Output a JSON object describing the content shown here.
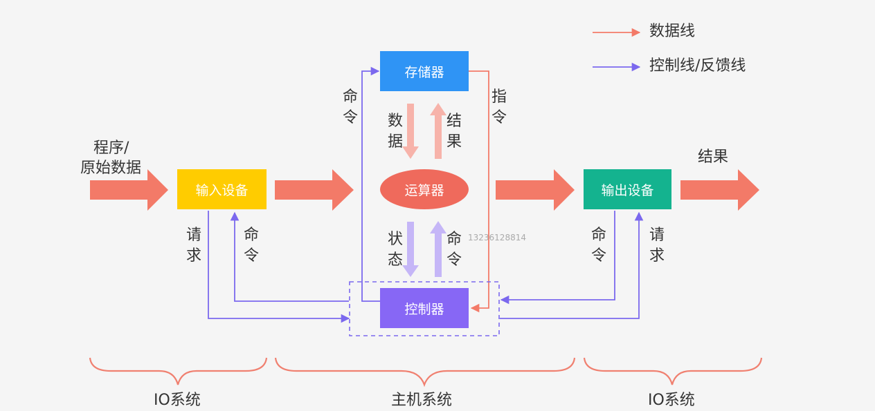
{
  "legend": {
    "data_line": "数据线",
    "control_line": "控制线/反馈线"
  },
  "nodes": {
    "memory": "存储器",
    "alu": "运算器",
    "controller": "控制器",
    "input": "输入设备",
    "output": "输出设备"
  },
  "labels": {
    "program_line1": "程序/",
    "program_line2": "原始数据",
    "result_out": "结果",
    "mem_cmd": "命令",
    "instruction": "指令",
    "data": "数据",
    "result_up": "结果",
    "status": "状态",
    "alu_cmd": "命令",
    "input_request": "请求",
    "input_cmd": "命令",
    "output_cmd": "命令",
    "output_request": "请求"
  },
  "groups": {
    "left_io": "IO系统",
    "host": "主机系统",
    "right_io": "IO系统"
  },
  "watermark": "13236128814",
  "colors": {
    "data_line": "#f37a68",
    "control_line": "#7b68ee",
    "memory": "#2f94f5",
    "alu": "#ef6a5c",
    "controller": "#8767f5",
    "input": "#ffcc00",
    "output": "#14b38f",
    "fat_arrow": "#f37a68",
    "brace": "#f08070",
    "down_arrow": "#f7b3aa",
    "up_arrow": "#f7b3aa",
    "status_arrow": "#c5b6f7"
  }
}
